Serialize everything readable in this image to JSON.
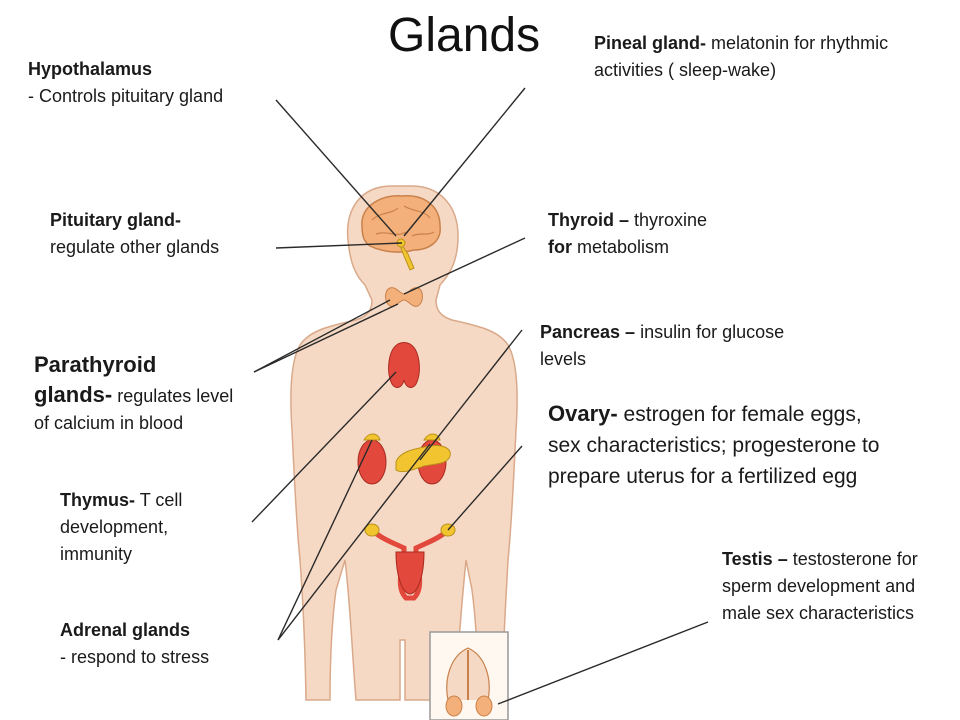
{
  "title": "Glands",
  "labels": {
    "hypothalamus": {
      "name": "Hypothalamus",
      "desc": "- Controls pituitary gland"
    },
    "pineal": {
      "name": "Pineal gland-",
      "desc": " melatonin for rhythmic activities ( sleep-wake)"
    },
    "pituitary": {
      "name": "Pituitary gland-",
      "desc": " regulate other glands"
    },
    "thyroid": {
      "name": "Thyroid –",
      "desc1": " thyroxine",
      "for": "for",
      "desc2": " metabolism"
    },
    "pancreas": {
      "name": "Pancreas –",
      "desc": " insulin for glucose levels"
    },
    "parathyroid": {
      "name1": "Parathyroid",
      "name2": "glands-",
      "desc": " regulates level of calcium in blood"
    },
    "ovary": {
      "name": "Ovary-",
      "desc": " estrogen for female eggs, sex characteristics; progesterone to prepare uterus for a fertilized egg"
    },
    "thymus": {
      "name": "Thymus-",
      "desc": " T cell development, immunity"
    },
    "testis": {
      "name": "Testis –",
      "desc": " testosterone for sperm development and male sex characteristics"
    },
    "adrenal": {
      "name": "Adrenal glands",
      "desc": "- respond to stress"
    }
  },
  "colors": {
    "skin": "#f6d9c4",
    "skin_outline": "#d9a98a",
    "brain": "#f3b07a",
    "gland_red": "#e2483c",
    "gland_yellow": "#f2c530",
    "line": "#2a2a2a"
  }
}
